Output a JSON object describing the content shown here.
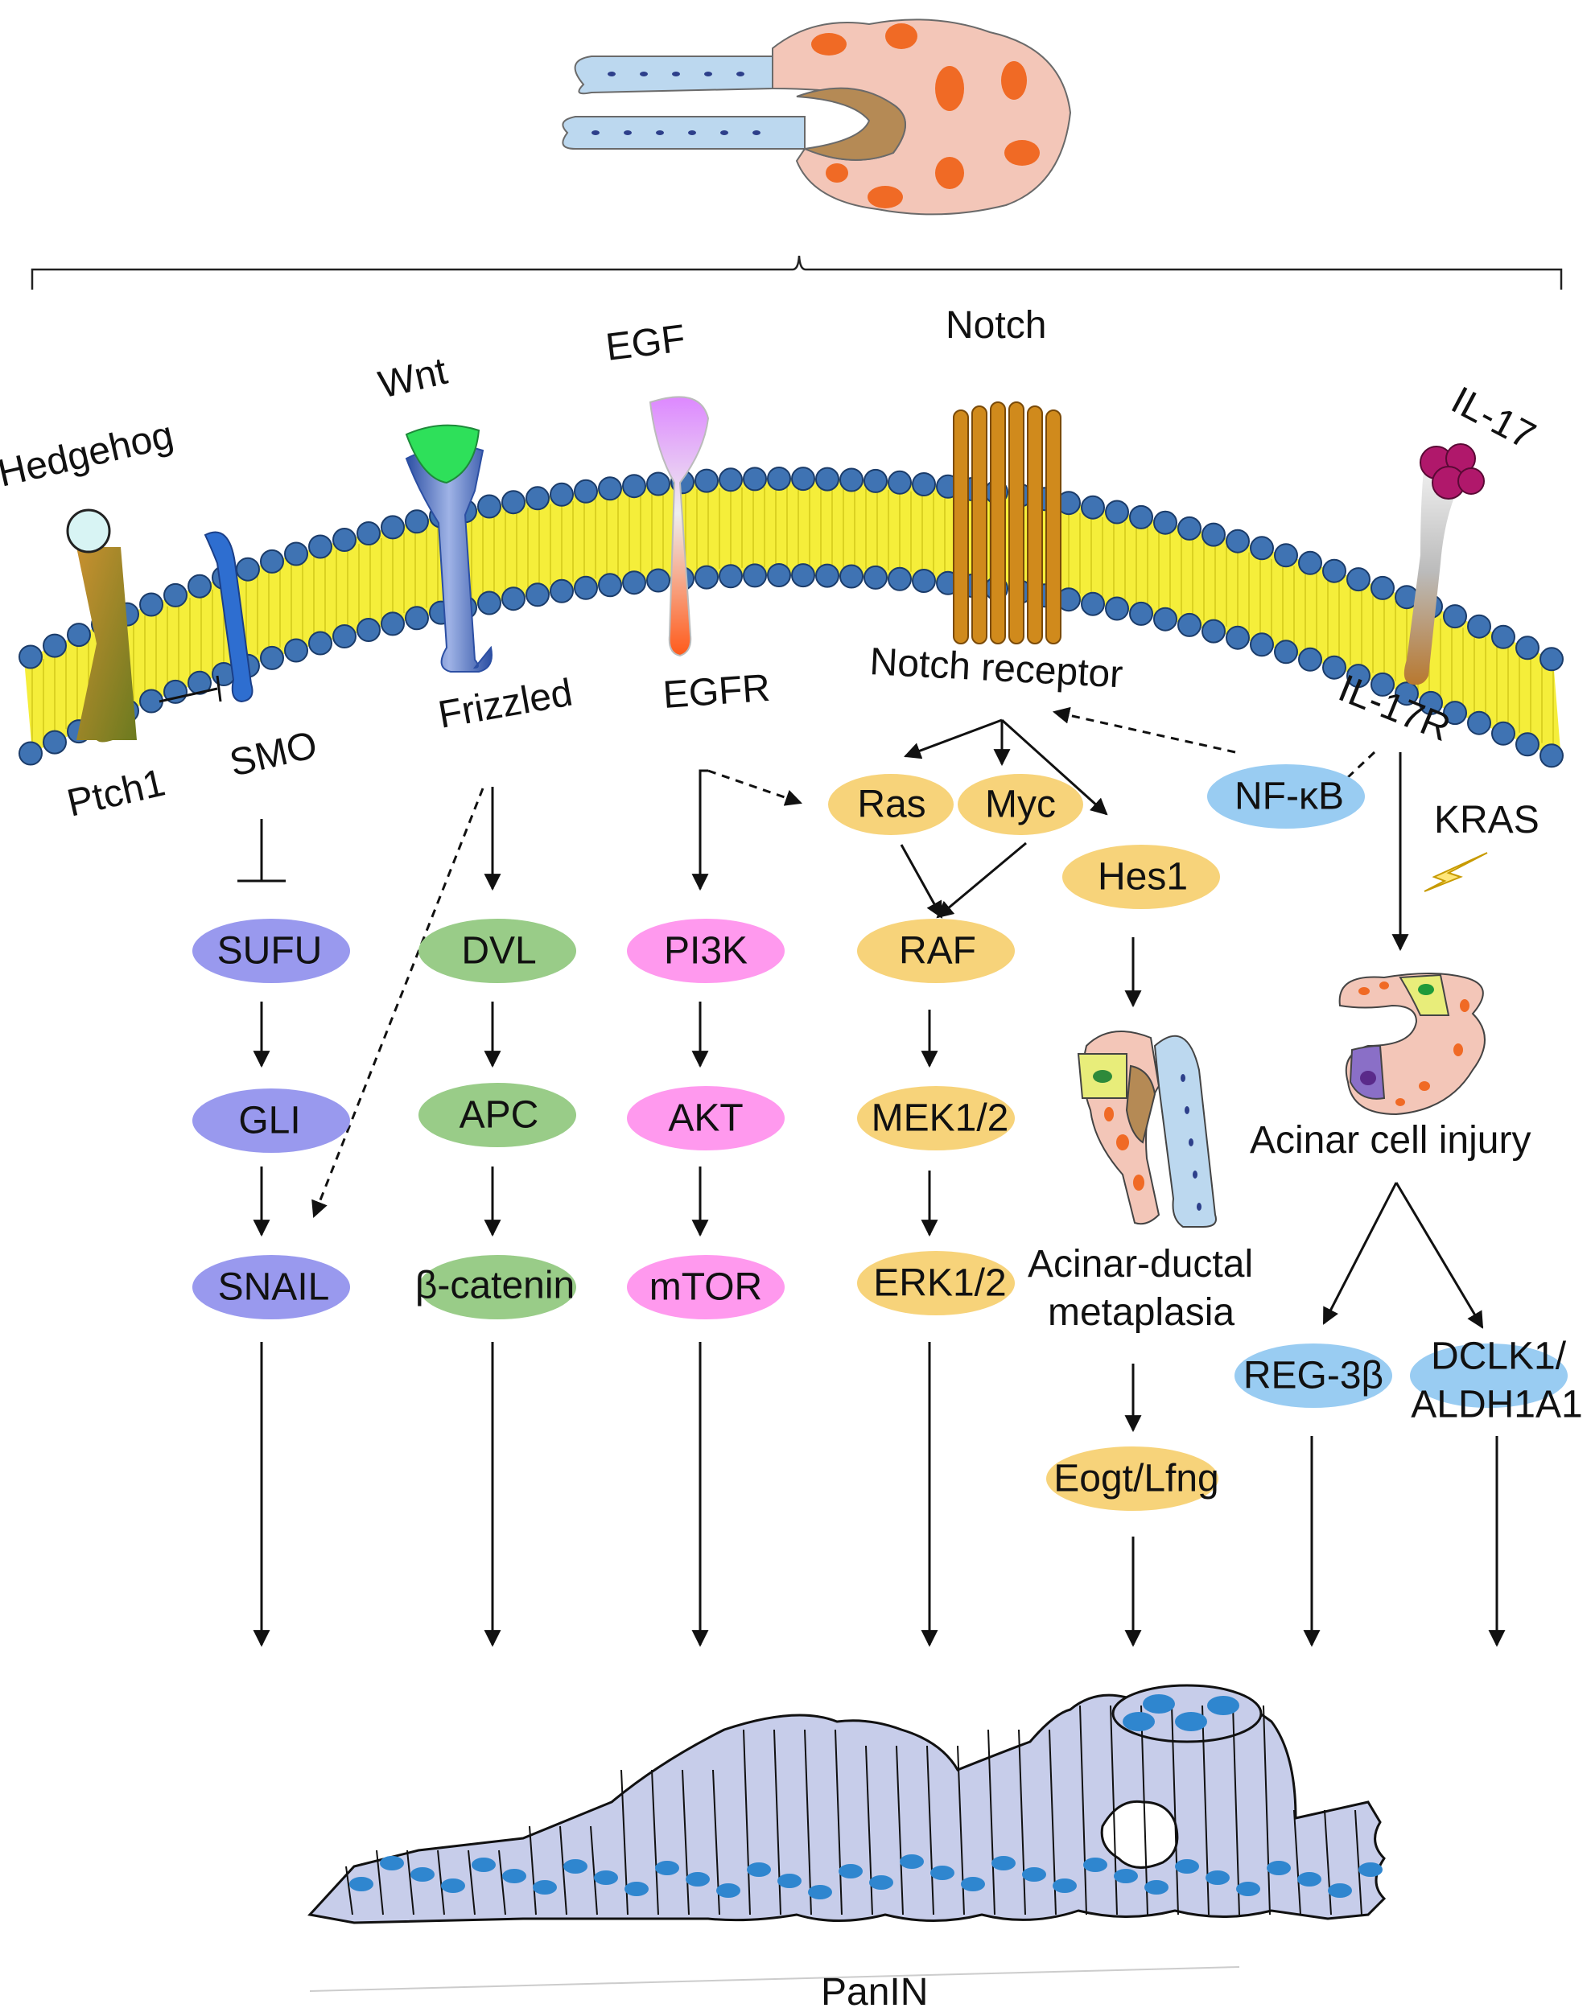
{
  "colors": {
    "hedgehog": "#9999ee",
    "wnt": "#99cc88",
    "egf": "#ff99ee",
    "ras": "#f7d37a",
    "nfkb": "#99ccf2",
    "membrane_bead": "#3f73b3",
    "membrane_lipid": "#f5ee3a",
    "acinar_pink": "#f3c6b8",
    "acinar_nucleus": "#f06a25",
    "duct_blue": "#bcd8ef",
    "panin_cell": "#c7cdea",
    "panin_nucleus": "#2f86cf"
  },
  "ligands": {
    "hedgehog": "Hedgehog",
    "wnt": "Wnt",
    "egf": "EGF",
    "notch": "Notch",
    "il17": "IL-17"
  },
  "receptors": {
    "ptch1": "Ptch1",
    "smo": "SMO",
    "frizzled": "Frizzled",
    "egfr": "EGFR",
    "notch_receptor": "Notch receptor",
    "il17r": "IL-17R"
  },
  "nodes": {
    "sufu": "SUFU",
    "gli": "GLI",
    "snail": "SNAIL",
    "dvl": "DVL",
    "apc": "APC",
    "beta_catenin": "β-catenin",
    "pi3k": "PI3K",
    "akt": "AKT",
    "mtor": "mTOR",
    "ras": "Ras",
    "myc": "Myc",
    "raf": "RAF",
    "mek": "MEK1/2",
    "erk": "ERK1/2",
    "hes1": "Hes1",
    "eogt": "Eogt/Lfng",
    "nfkb": "NF-κB",
    "reg3b": "REG-3β",
    "dclk1_line1": "DCLK1/",
    "dclk1_line2": "ALDH1A1"
  },
  "labels": {
    "kras": "KRAS",
    "acinar_injury": "Acinar cell injury",
    "adm_line1": "Acinar-ductal",
    "adm_line2": "metaplasia",
    "panin": "PanIN"
  }
}
